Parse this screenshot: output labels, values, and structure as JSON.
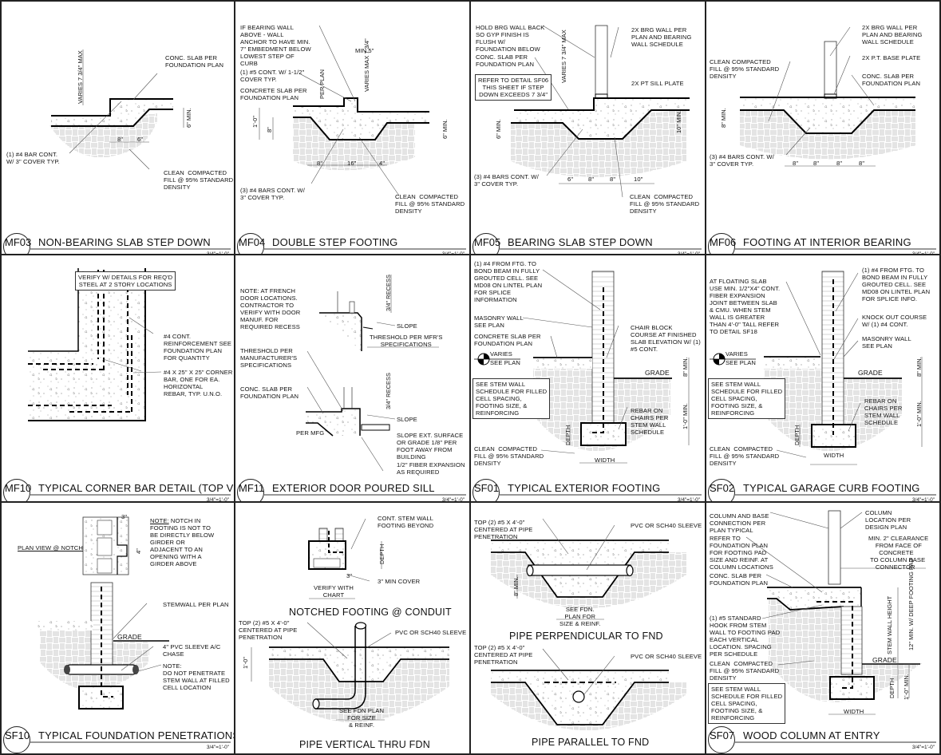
{
  "sheet": {
    "scale_label": "3/4\"=1'-0\""
  },
  "details": {
    "mf03": {
      "tag": "MF03",
      "title": "NON-BEARING SLAB STEP DOWN",
      "notes": {
        "slab": "CONC. SLAB PER\nFOUNDATION PLAN",
        "bar": "(1) #4 BAR CONT.\nW/ 3\" COVER TYP.",
        "fill": "CLEAN  COMPACTED\nFILL @ 95% STANDARD\nDENSITY"
      },
      "dims": {
        "varies": "VARIES 7 3/4\" MAX",
        "d1": "8\"",
        "d2": "6\"",
        "min": "6\" MIN."
      }
    },
    "mf04": {
      "tag": "MF04",
      "title": "DOUBLE STEP FOOTING",
      "notes": {
        "bearing": "IF BEARING WALL\nABOVE - WALL\nANCHOR TO HAVE MIN.\n7\" EMBEDMENT BELOW\nLOWEST STEP OF\nCURB",
        "bar5": "(1) #5 CONT. W/ 1-1/2\"\nCOVER TYP.",
        "slab": "CONCRETE SLAB PER\nFOUNDATION PLAN",
        "bars4": "(3) #4 BARS CONT. W/\n3\" COVER TYP.",
        "fill": "CLEAN  COMPACTED\nFILL @ 95% STANDARD\nDENSITY"
      },
      "dims": {
        "min5": "MIN 5\"",
        "varies": "VARIES\nMAX 7 3/4\"",
        "perplan": "PER\nPLAN",
        "h1": "1'-0\"",
        "h2": "8\"",
        "d1": "8\"",
        "d2": "16\"",
        "d3": "4\"",
        "min": "6\" MIN."
      }
    },
    "mf05": {
      "tag": "MF05",
      "title": "BEARING SLAB STEP DOWN",
      "notes": {
        "hold": "HOLD BRG WALL BACK\nSO GYP FINISH IS\nFLUSH W/\nFOUNDATION BELOW",
        "slab": "CONC. SLAB PER\nFOUNDATION PLAN",
        "refer": "REFER TO DETAIL SF06\nTHIS SHEET IF STEP\nDOWN EXCEEDS 7 3/4\"",
        "wall": "2x BRG WALL PER\nPLAN AND BEARING\nWALL SCHEDULE",
        "sill": "2x PT SILL PLATE",
        "bars": "(3) #4 BARS CONT. W/\n3\" COVER TYP.",
        "fill": "CLEAN  COMPACTED\nFILL @ 95% STANDARD\nDENSITY"
      },
      "dims": {
        "varies": "VARIES\n7 3/4\" MAX",
        "min6": "6\" MIN.",
        "min10": "10\" MIN.",
        "d1": "6\"",
        "d2": "8\"",
        "d3": "8\"",
        "d4": "10\""
      }
    },
    "mf06": {
      "tag": "MF06",
      "title": "FOOTING AT INTERIOR BEARING",
      "notes": {
        "wall": "2x BRG WALL PER\nPLAN AND BEARING\nWALL SCHEDULE",
        "plate": "2x P.T. BASE PLATE",
        "slab": "CONC. SLAB PER\nFOUNDATION PLAN",
        "fill": "CLEAN COMPACTED\nFILL @ 95% STANDARD\nDENSITY",
        "bars": "(3) #4 BARS CONT. W/\n3\" COVER TYP."
      },
      "dims": {
        "min": "8\" MIN.",
        "d1": "8\"",
        "d2": "8\"",
        "d3": "8\"",
        "d4": "8\""
      }
    },
    "mf10": {
      "tag": "MF10",
      "title": "TYPICAL CORNER BAR DETAIL (TOP VIEW)",
      "notes": {
        "verify": "VERIFY W/ DETAILS FOR REQ'D\nSTEEL AT 2 STORY LOCATIONS",
        "cont": "#4 CONT.\nREINFORCEMENT SEE\nFOUNDATION PLAN\nFOR QUANTITY",
        "corner": "#4 x 25\" x 25\" CORNER\nBAR, ONE FOR EA.\nHORIZONTAL\nREBAR, TYP. U.N.O."
      }
    },
    "mf11": {
      "tag": "MF11",
      "title": "EXTERIOR DOOR POURED SILL",
      "notes": {
        "french": "NOTE: AT FRENCH\nDOOR LOCATIONS.\nCONTRACTOR TO\nVERIFY WITH DOOR\nMANUF. FOR\nREQUIRED RECESS",
        "slope1": "SLOPE",
        "thresh1": "THRESHOLD PER MFR'S\nSPECIFICATIONS",
        "thresh2": "THRESHOLD PER\nMANUFACTURER'S\nSPECIFICATIONS",
        "slab": "CONC. SLAB PER\nFOUNDATION PLAN",
        "slope2": "SLOPE",
        "permfg": "PER MFG",
        "slopeext": "SLOPE EXT. SURFACE\nOR GRADE 1/8\" PER\nFOOT AWAY FROM\nBUILDING",
        "fiber": "1/2\" FIBER EXPANSION\nAS REQUIRED"
      },
      "dims": {
        "recess1": "3/4\" RECESS",
        "recess2": "3/4\" RECESS"
      }
    },
    "sf01": {
      "tag": "SF01",
      "title": "TYPICAL EXTERIOR FOOTING",
      "notes": {
        "bar": "(1) #4 FROM FTG. TO\nBOND BEAM IN FULLY\nGROUTED CELL. SEE\nMD08 ON LINTEL PLAN\nFOR SPLICE\nINFORMATION",
        "masonry": "MASONRY WALL\nSEE PLAN",
        "slab": "CONCRETE SLAB PER\nFOUNDATION PLAN",
        "chair": "CHAIR BLOCK\nCOURSE AT FINISHED\nSLAB ELEVATION W/ (1)\n#5 CONT.",
        "varies": "VARIES",
        "seeplan": "SEE PLAN",
        "grade": "GRADE",
        "schedule": "SEE STEM WALL\nSCHEDULE FOR FILLED\nCELL SPACING,\nFOOTING SIZE, &\nREINFORCING",
        "rebar": "REBAR ON\nCHAIRS PER\nSTEM WALL\nSCHEDULE",
        "fill": "CLEAN  COMPACTED\nFILL @ 95% STANDARD\nDENSITY"
      },
      "dims": {
        "min8": "8\" MIN.",
        "min1": "1'-0\" MIN.",
        "depth": "DEPTH",
        "width": "WIDTH"
      }
    },
    "sf02": {
      "tag": "SF02",
      "title": "TYPICAL GARAGE CURB FOOTING",
      "notes": {
        "floating": "AT FLOATING SLAB\nUSE MIN. 1/2\"x4\" CONT.\nFIBER EXPANSION\nJOINT BETWEEN SLAB\n& CMU. WHEN STEM\nWALL IS GREATER\nTHAN 4'-0\" TALL REFER\nTO DETAIL SF18",
        "bar": "(1) #4 FROM FTG. TO\nBOND BEAM IN FULLY\nGROUTED CELL. SEE\nMD08 ON LINTEL PLAN\nFOR SPLICE INFO.",
        "knock": "KNOCK OUT COURSE\nW/ (1) #4 CONT.",
        "masonry": "MASONRY WALL\nSEE PLAN",
        "varies": "VARIES",
        "seeplan": "SEE PLAN",
        "grade": "GRADE",
        "schedule": "SEE STEM WALL\nSCHEDULE FOR FILLED\nCELL SPACING,\nFOOTING SIZE, &\nREINFORCING",
        "rebar": "REBAR ON\nCHAIRS PER\nSTEM WALL\nSCHEDULE",
        "fill": "CLEAN  COMPACTED\nFILL @ 95% STANDARD\nDENSITY"
      },
      "dims": {
        "min8": "8\" MIN.",
        "min1": "1'-0\" MIN.",
        "depth": "DEPTH",
        "width": "WIDTH"
      }
    },
    "sf10": {
      "tag": "SF10",
      "title": "TYPICAL FOUNDATION PENETRATIONS",
      "notes": {
        "planview": "PLAN VIEW @ NOTCH",
        "notch_label": "NOTE:",
        "notch": " NOTCH IN\nFOOTING IS NOT TO\nBE DIRECTLY BELOW\nGIRDER OR\nADJACENT TO AN\nOPENING WITH A\nGIRDER ABOVE",
        "stemwall": "STEMWALL PER PLAN",
        "grade": "GRADE",
        "sleeve": "4\" PVC SLEEVE A/C\nCHASE",
        "note2": "NOTE:\nDO NOT PENETRATE\nSTEM WALL AT FILLED\nCELL LOCATION"
      },
      "dims": {
        "d3": "3\"",
        "d4": "4\""
      }
    },
    "conduit": {
      "notched_title": "NOTCHED FOOTING @ CONDUIT",
      "vertical_title": "PIPE VERTICAL THRU FDN",
      "notes": {
        "beyond": "CONT. STEM WALL\nFOOTING BEYOND",
        "cover": "3\" MIN COVER",
        "verify": "VERIFY WITH\nCHART",
        "top": "TOP (2) #5 x 4'-0\"\nCENTERED AT PIPE\nPENETRATION",
        "sleeve": "PVC OR SCH40 SLEEVE",
        "seefdn": "SEE FDN PLAN\nFOR SIZE\n& REINF."
      },
      "dims": {
        "depth": "DEPTH",
        "d3": "3\"",
        "h": "1'-0\""
      }
    },
    "pipes": {
      "perp_title": "PIPE PERPENDICULAR TO FND",
      "parallel_title": "PIPE PARALLEL TO FND",
      "notes": {
        "top1": "TOP (2) #5 x 4'-0\"\nCENTERED AT PIPE\nPENETRATION",
        "sleeve1": "PVC OR SCH40 SLEEVE",
        "seefdn": "SEE FDN.\nPLAN FOR\nSIZE & REINF.",
        "top2": "TOP (2) #5 x 4'-0\"\nCENTERED AT PIPE\nPENETRATION",
        "sleeve2": "PVC OR SCH40 SLEEVE"
      },
      "dims": {
        "min": "8\" MIN."
      }
    },
    "sf07": {
      "tag": "SF07",
      "title": "WOOD COLUMN AT ENTRY",
      "notes": {
        "column": "COLUMN AND BASE\nCONNECTION PER\nPLAN TYPICAL",
        "loc": "COLUMN\nLOCATION PER\nDESIGN PLAN",
        "refer": "REFER TO\nFOUNDATION PLAN\nFOR FOOTING PAD\nSIZE AND REINF. AT\nCOLUMN LOCATIONS",
        "clearance": "MIN. 2\" CLEARANCE\n    FROM FACE OF\n      CONCRETE\n TO COLUMN BASE\n    CONNECTOR",
        "slab": "CONC. SLAB PER\nFOUNDATION PLAN",
        "hook": "(1) #5 STANDARD\nHOOK FROM STEM\nWALL TO FOOTING PAD\nEACH VERTICAL\nLOCATION. SPACING\nPER SCHEDULE",
        "fill": "CLEAN  COMPACTED\nFILL @ 95% STANDARD\nDENSITY",
        "schedule": "SEE STEM WALL\nSCHEDULE FOR FILLED\nCELL SPACING,\nFOOTING SIZE, &\nREINFORCING",
        "grade": "GRADE"
      },
      "dims": {
        "stem": "STEM WALL\nHEIGHT",
        "pad": "12\" MIN. W/ DEEP\nFOOTING PAD",
        "depth": "DEPTH",
        "min1": "1'-0\" MIN.",
        "width": "WIDTH"
      }
    }
  }
}
